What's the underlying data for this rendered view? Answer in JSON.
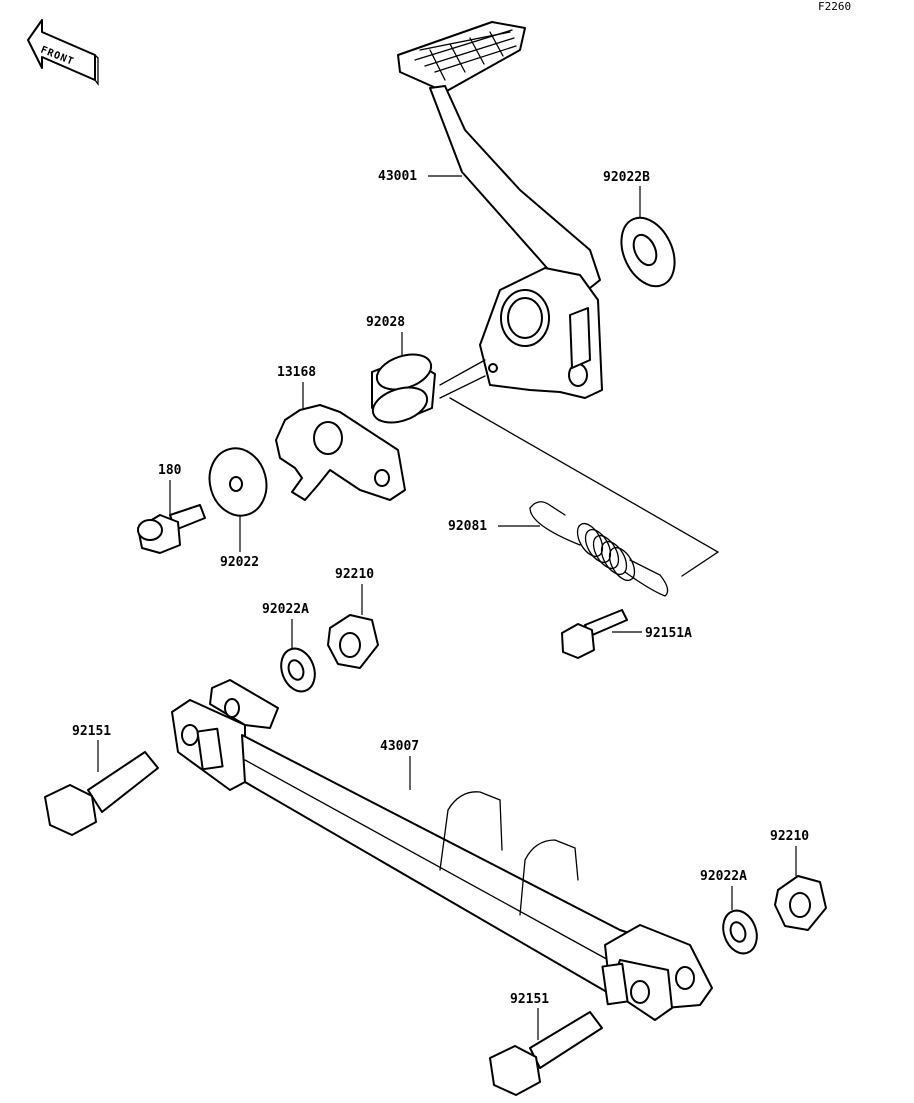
{
  "diagram_code": "F2260",
  "front_label": "FRONT",
  "parts": {
    "brake_pedal": "43001",
    "washer_b": "92022B",
    "collar": "92028",
    "plate": "13168",
    "bolt_small": "180",
    "washer": "92022",
    "spring": "92081",
    "nut_top": "92210",
    "washer_a_top": "92022A",
    "bolt_a": "92151A",
    "rod": "43007",
    "bolt_left": "92151",
    "nut_right": "92210",
    "washer_a_right": "92022A",
    "bolt_bottom": "92151"
  }
}
